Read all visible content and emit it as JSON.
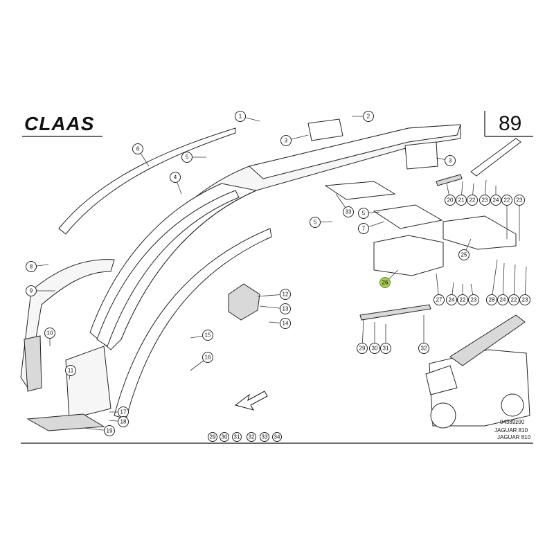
{
  "header": {
    "brand": "CLAAS",
    "page_number": "89"
  },
  "footer": {
    "drawing_code": "04389z00",
    "model_line1": "JAGUAR 810",
    "model_line2": "JAGUAR 810"
  },
  "colors": {
    "highlight_callout": "#a9c95a",
    "line": "#222222"
  },
  "callouts": [
    {
      "id": "c1",
      "label": "1"
    },
    {
      "id": "c2",
      "label": "2"
    },
    {
      "id": "c3a",
      "label": "3"
    },
    {
      "id": "c3b",
      "label": "3"
    },
    {
      "id": "c4",
      "label": "4"
    },
    {
      "id": "c5a",
      "label": "5"
    },
    {
      "id": "c5b",
      "label": "5"
    },
    {
      "id": "c5c",
      "label": "5"
    },
    {
      "id": "c6",
      "label": "6"
    },
    {
      "id": "c7",
      "label": "7"
    },
    {
      "id": "c8",
      "label": "8"
    },
    {
      "id": "c9",
      "label": "9"
    },
    {
      "id": "c10",
      "label": "10"
    },
    {
      "id": "c11",
      "label": "11"
    },
    {
      "id": "c12",
      "label": "12"
    },
    {
      "id": "c13",
      "label": "13"
    },
    {
      "id": "c14",
      "label": "14"
    },
    {
      "id": "c15",
      "label": "15"
    },
    {
      "id": "c16",
      "label": "16"
    },
    {
      "id": "c17",
      "label": "17"
    },
    {
      "id": "c18",
      "label": "18"
    },
    {
      "id": "c19",
      "label": "19"
    },
    {
      "id": "c20",
      "label": "20"
    },
    {
      "id": "c21",
      "label": "21"
    },
    {
      "id": "c22a",
      "label": "22"
    },
    {
      "id": "c23a",
      "label": "23"
    },
    {
      "id": "c24a",
      "label": "24"
    },
    {
      "id": "c22b",
      "label": "22"
    },
    {
      "id": "c23b",
      "label": "23"
    },
    {
      "id": "c25",
      "label": "25"
    },
    {
      "id": "c26",
      "label": "26",
      "highlight": true
    },
    {
      "id": "c27",
      "label": "27"
    },
    {
      "id": "c24b",
      "label": "24"
    },
    {
      "id": "c22c",
      "label": "22"
    },
    {
      "id": "c23c",
      "label": "23"
    },
    {
      "id": "c28",
      "label": "28"
    },
    {
      "id": "c24c",
      "label": "24"
    },
    {
      "id": "c22d",
      "label": "22"
    },
    {
      "id": "c23d",
      "label": "23"
    },
    {
      "id": "c29",
      "label": "29"
    },
    {
      "id": "c30",
      "label": "30"
    },
    {
      "id": "c31",
      "label": "31"
    },
    {
      "id": "c32",
      "label": "32"
    },
    {
      "id": "c33",
      "label": "33"
    },
    {
      "id": "f29",
      "label": "29"
    },
    {
      "id": "f30",
      "label": "30"
    },
    {
      "id": "f31",
      "label": "31"
    },
    {
      "id": "f32",
      "label": "32"
    },
    {
      "id": "f33",
      "label": "33"
    },
    {
      "id": "f34",
      "label": "34"
    }
  ]
}
